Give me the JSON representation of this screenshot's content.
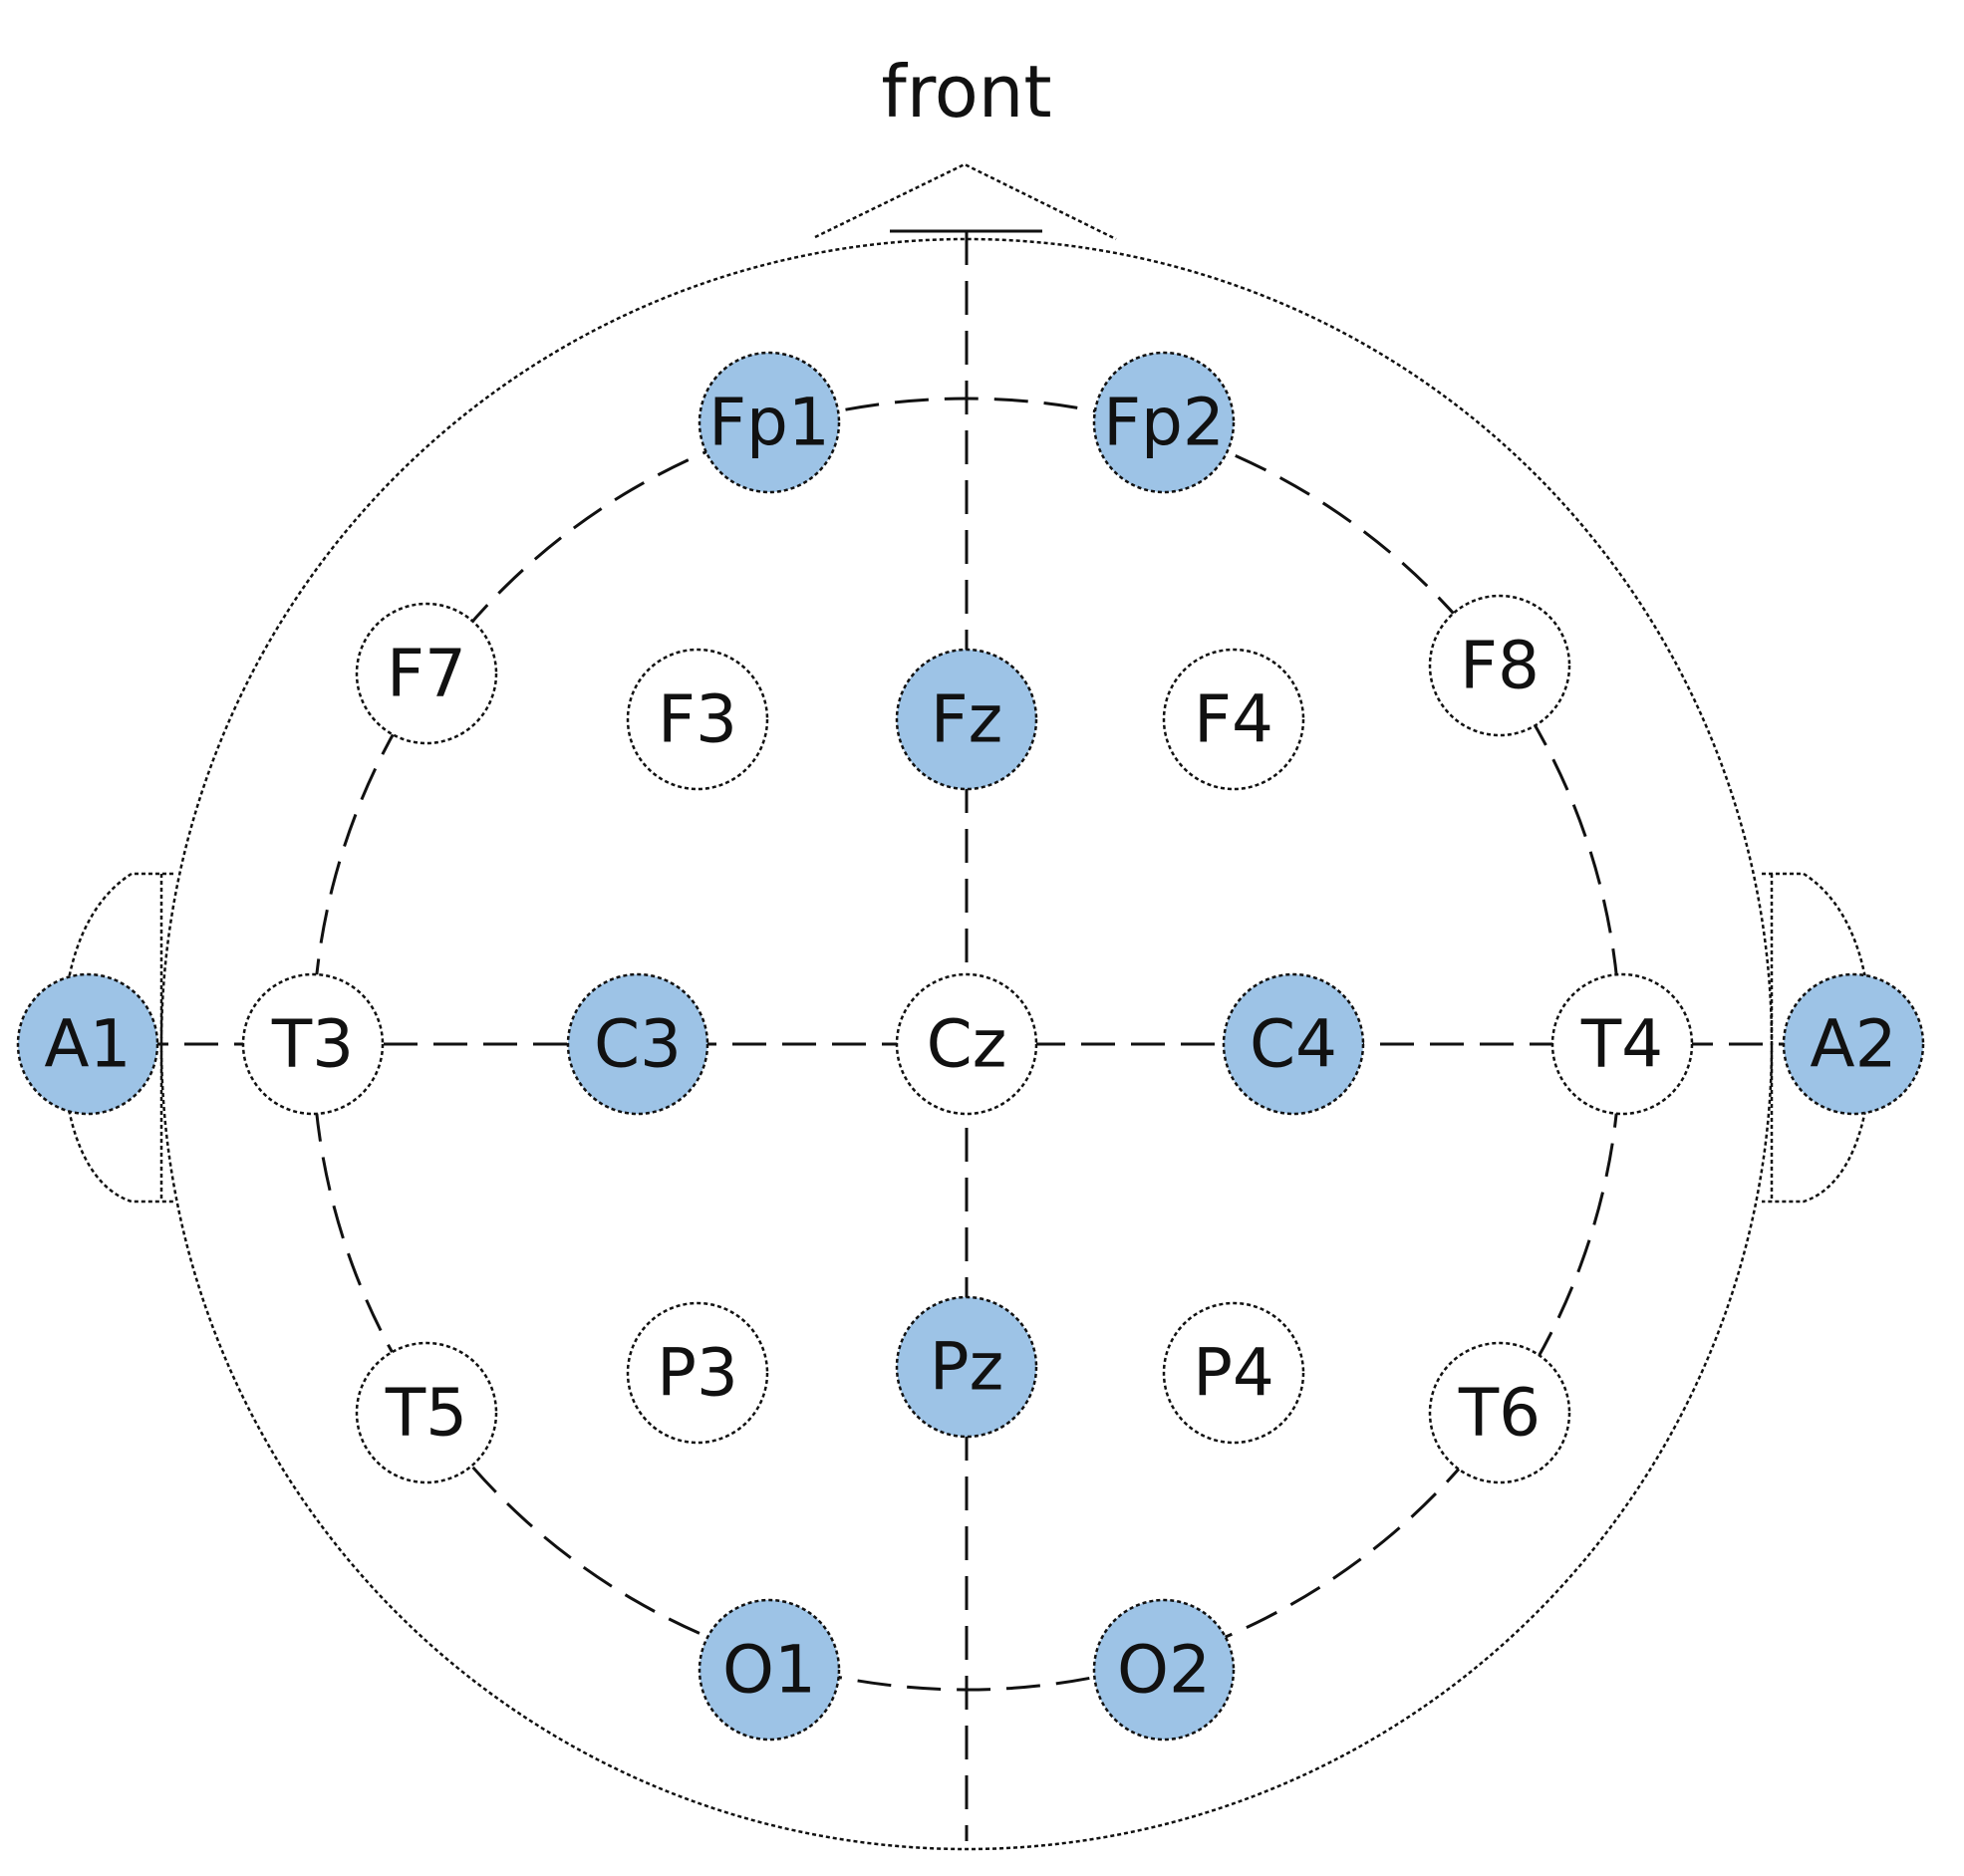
{
  "orientation_label": "front",
  "colors": {
    "highlighted_fill": "#9dc3e6",
    "normal_fill": "#ffffff",
    "line": "#111111"
  },
  "electrodes": [
    {
      "id": "Fp1",
      "label": "Fp1",
      "highlighted": true
    },
    {
      "id": "Fp2",
      "label": "Fp2",
      "highlighted": true
    },
    {
      "id": "F7",
      "label": "F7",
      "highlighted": false
    },
    {
      "id": "F3",
      "label": "F3",
      "highlighted": false
    },
    {
      "id": "Fz",
      "label": "Fz",
      "highlighted": true
    },
    {
      "id": "F4",
      "label": "F4",
      "highlighted": false
    },
    {
      "id": "F8",
      "label": "F8",
      "highlighted": false
    },
    {
      "id": "A1",
      "label": "A1",
      "highlighted": true
    },
    {
      "id": "T3",
      "label": "T3",
      "highlighted": false
    },
    {
      "id": "C3",
      "label": "C3",
      "highlighted": true
    },
    {
      "id": "Cz",
      "label": "Cz",
      "highlighted": false
    },
    {
      "id": "C4",
      "label": "C4",
      "highlighted": true
    },
    {
      "id": "T4",
      "label": "T4",
      "highlighted": false
    },
    {
      "id": "A2",
      "label": "A2",
      "highlighted": true
    },
    {
      "id": "T5",
      "label": "T5",
      "highlighted": false
    },
    {
      "id": "P3",
      "label": "P3",
      "highlighted": false
    },
    {
      "id": "Pz",
      "label": "Pz",
      "highlighted": true
    },
    {
      "id": "P4",
      "label": "P4",
      "highlighted": false
    },
    {
      "id": "T6",
      "label": "T6",
      "highlighted": false
    },
    {
      "id": "O1",
      "label": "O1",
      "highlighted": true
    },
    {
      "id": "O2",
      "label": "O2",
      "highlighted": true
    }
  ]
}
